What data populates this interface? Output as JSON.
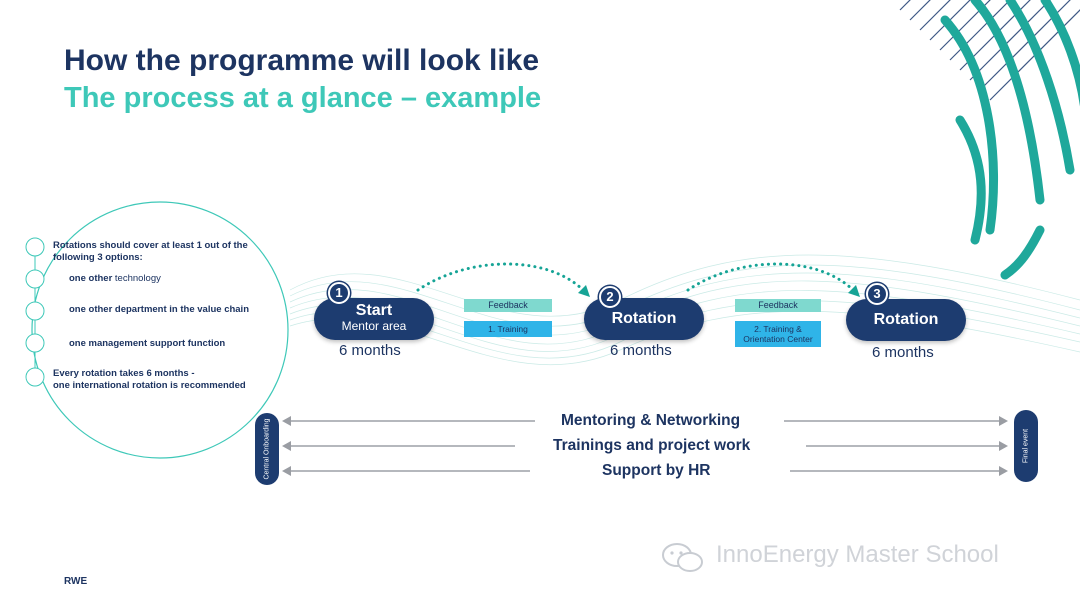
{
  "header": {
    "title": "How the programme will look like",
    "subtitle": "The process at a glance – example"
  },
  "options_panel": {
    "intro": "Rotations should cover at least 1 out of the following 3 options:",
    "items": [
      {
        "bold": "one other",
        "rest": " technology"
      },
      {
        "bold": "one other department in the value chain",
        "rest": ""
      },
      {
        "bold": "one management support function",
        "rest": ""
      }
    ],
    "note_line1": "Every rotation takes 6 months -",
    "note_line2": "one international rotation is recommended"
  },
  "steps": [
    {
      "number": "1",
      "title": "Start",
      "subtitle": "Mentor area",
      "duration": "6 months"
    },
    {
      "number": "2",
      "title": "Rotation",
      "subtitle": "",
      "duration": "6 months"
    },
    {
      "number": "3",
      "title": "Rotation",
      "subtitle": "",
      "duration": "6 months"
    }
  ],
  "transitions": [
    {
      "feedback": "Feedback",
      "training": "1. Training"
    },
    {
      "feedback": "Feedback",
      "training": "2. Training & Orientation Center"
    }
  ],
  "bars": [
    {
      "label": "Mentoring & Networking"
    },
    {
      "label": "Trainings and project work"
    },
    {
      "label": "Support by HR"
    }
  ],
  "caps": {
    "left": "Central Onboarding",
    "right": "Final event"
  },
  "footer": {
    "logo": "RWE",
    "watermark": "InnoEnergy Master School"
  },
  "colors": {
    "navy": "#1d3c70",
    "teal": "#3ec8b8",
    "accent_blue": "#2fb4e8"
  }
}
